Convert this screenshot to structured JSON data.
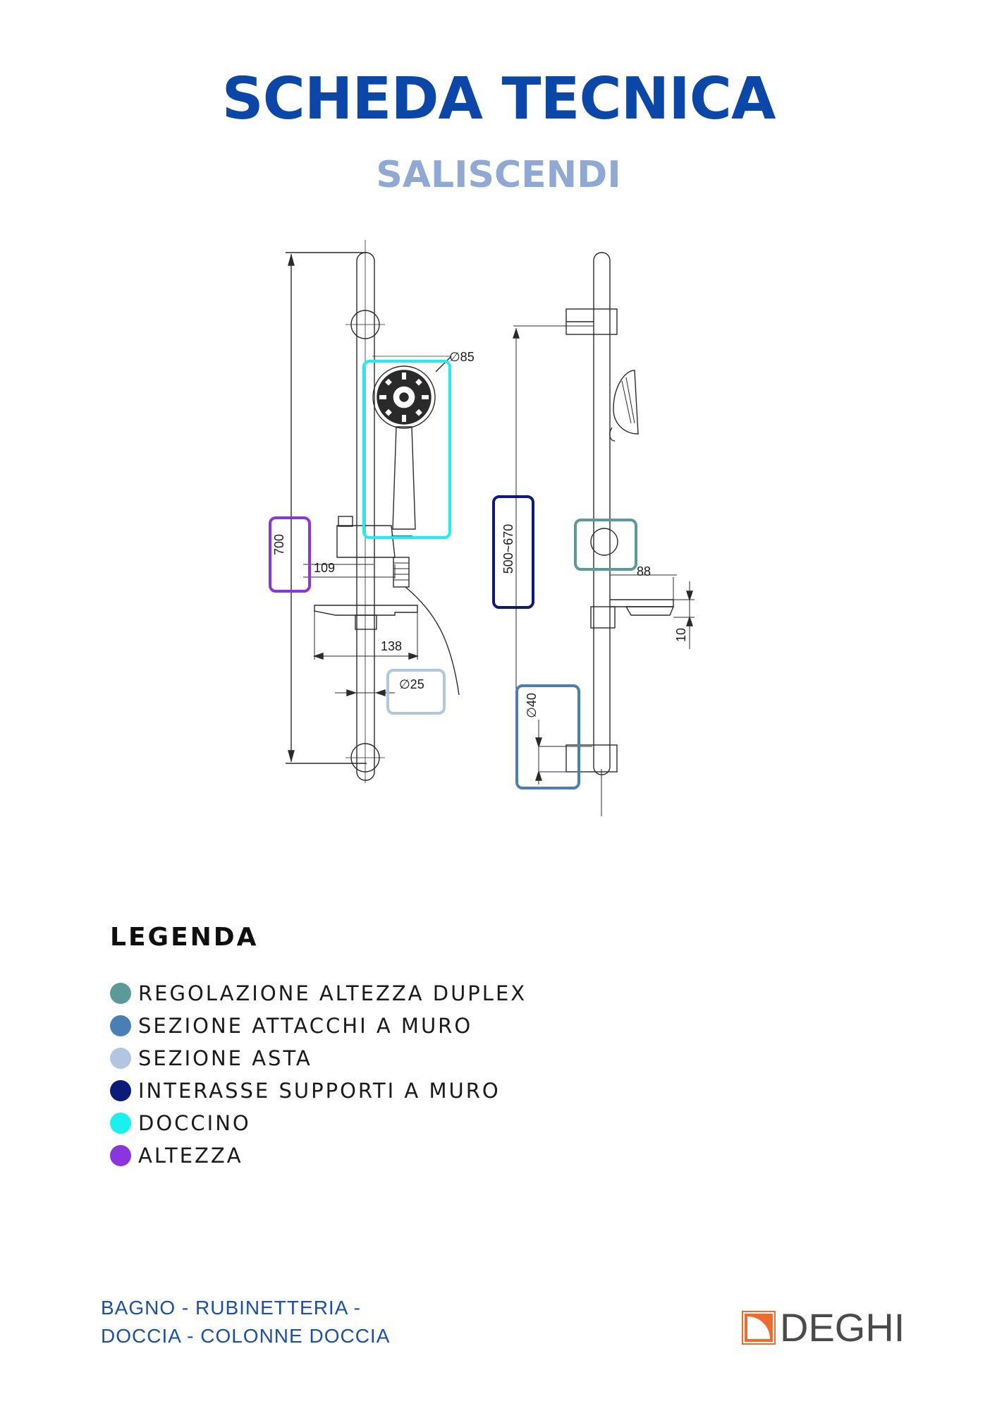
{
  "header": {
    "title": "SCHEDA TECNICA",
    "subtitle": "SALISCENDI",
    "title_color": "#0a47a8",
    "subtitle_color": "#8fa9d4"
  },
  "drawing": {
    "dimensions": {
      "height": "700",
      "offset": "109",
      "shelf_width": "138",
      "rod_diameter": "∅25",
      "head_diameter": "∅85",
      "support_spacing": "500~670",
      "bracket_depth": "88",
      "shelf_thickness": "10",
      "wall_support_diameter": "∅40"
    }
  },
  "legend": {
    "title": "LEGENDA",
    "items": [
      {
        "label": "REGOLAZIONE ALTEZZA DUPLEX",
        "color": "#5c9a9a"
      },
      {
        "label": "SEZIONE ATTACCHI A MURO",
        "color": "#4a7fb5"
      },
      {
        "label": "SEZIONE ASTA",
        "color": "#b2c6e0"
      },
      {
        "label": "INTERASSE SUPPORTI A MURO",
        "color": "#0c1a7a"
      },
      {
        "label": "DOCCINO",
        "color": "#19f0f0"
      },
      {
        "label": "ALTEZZA",
        "color": "#8a35e0"
      }
    ]
  },
  "footer": {
    "line1": "BAGNO - RUBINETTERIA -",
    "line2": "DOCCIA - COLONNE DOCCIA",
    "color": "#1a4fae"
  },
  "brand": {
    "name": "DEGHI",
    "mark_color": "#ef6a2c"
  }
}
